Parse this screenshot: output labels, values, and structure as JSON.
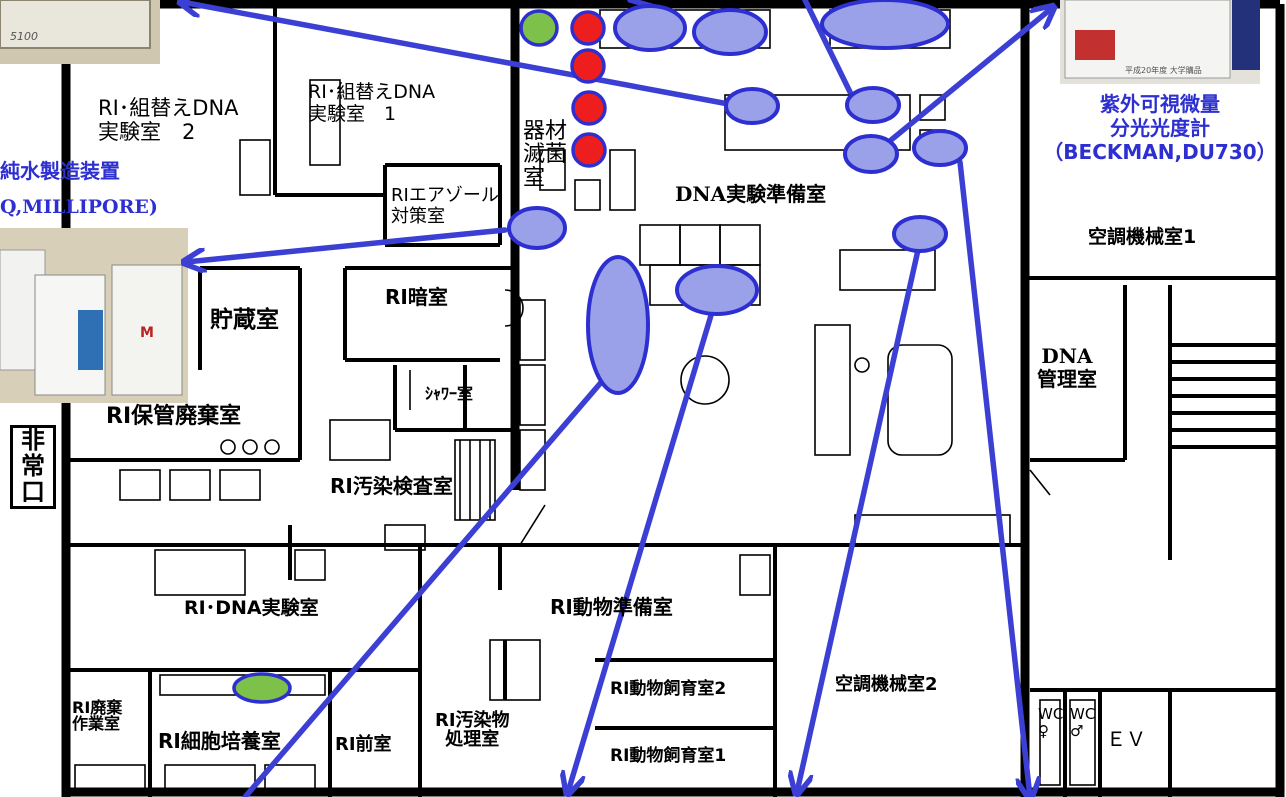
{
  "title_block": {
    "rooms": {
      "ri_dna_lab2": "RI･組替えDNA\n実験室　2",
      "ri_dna_lab1": "RI･組替えDNA\n実験室　1",
      "equipment_sterilization": "器材\n滅菌\n室",
      "ri_aerosol": "RIエアゾール\n対策室",
      "dna_prep": "DNA実験準備室",
      "ri_darkroom": "RI暗室",
      "storage": "貯蔵室",
      "shower": "ｼｬﾜｰ室",
      "ri_waste_storage": "RI保管廃棄室",
      "ri_contamination_check": "RI汚染検査室",
      "emergency_exit": "非\n常\n口",
      "hvac1": "空調機械室1",
      "dna_management": "DNA\n管理室",
      "ri_dna_lab": "RI･DNA実験室",
      "ri_animal_prep": "RI動物準備室",
      "ri_waste_work": "RI廃棄\n作業室",
      "ri_cell_culture": "RI細胞培養室",
      "ri_anteroom": "RI前室",
      "ri_contaminated_processing": "RI汚染物\n処理室",
      "ri_animal_room2": "RI動物飼育室2",
      "ri_animal_room1": "RI動物飼育室1",
      "hvac2": "空調機械室2",
      "wc_female": "WC\n♀",
      "wc_male": "WC\n♂",
      "elevator": "ＥＶ"
    },
    "callouts": {
      "uv_spectrophotometer": "紫外可視微量\n分光光度計\n（BECKMAN,DU730）",
      "water_purifier_line1": "純水製造装置",
      "water_purifier_line2": "Q,MILLIPORE)"
    },
    "photo_texts": {
      "top_left_device": "5100",
      "top_right_sticker": "平成20年度 大学購品",
      "purifier_logo": "M"
    }
  },
  "colors": {
    "wall": "#000000",
    "floor": "#ffffff",
    "equipment_marker_fill": "#9aa1e8",
    "equipment_marker_stroke": "#2d2fd0",
    "arrow": "#3c3fd4",
    "green_marker": "#7dc14a",
    "red_marker": "#ef1e1e",
    "callout_text": "#2d2fd0"
  },
  "icons": [
    "arrow-icon",
    "equipment-marker-icon",
    "photo-icon"
  ]
}
